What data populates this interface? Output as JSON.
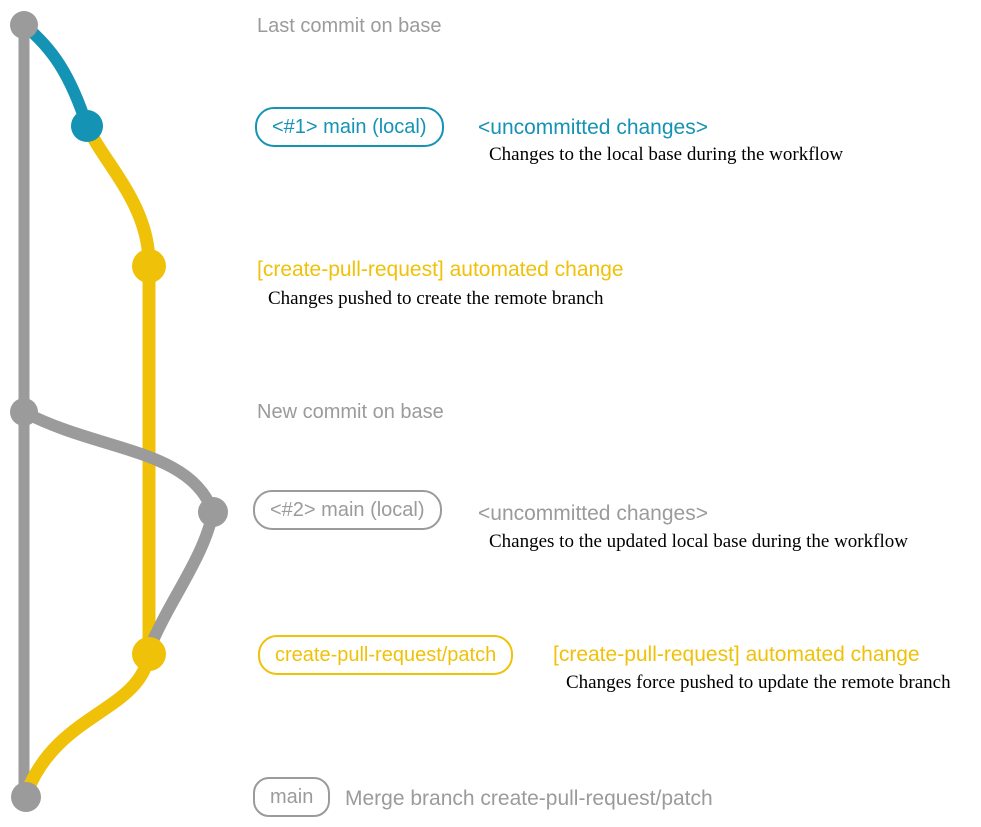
{
  "colors": {
    "base_gray": "#9b9b9b",
    "branch_blue": "#1593b5",
    "branch_yellow": "#f0c109",
    "desc_black": "#000000"
  },
  "rows": {
    "last_commit": {
      "text": "Last commit on base"
    },
    "main_local_1": {
      "badge": "<#1> main (local)",
      "title": "<uncommitted changes>",
      "desc": "Changes to the local base during the workflow"
    },
    "automated_change_1": {
      "title": "[create-pull-request] automated change",
      "desc": "Changes pushed to create the remote branch"
    },
    "new_commit": {
      "text": "New commit on base"
    },
    "main_local_2": {
      "badge": "<#2> main (local)",
      "title": "<uncommitted changes>",
      "desc": "Changes to the updated local base during the workflow"
    },
    "patch_branch": {
      "badge": "create-pull-request/patch",
      "title": "[create-pull-request] automated change",
      "desc": "Changes force pushed to update the remote branch"
    },
    "merge": {
      "badge": "main",
      "text": "Merge branch create-pull-request/patch"
    }
  },
  "graph": {
    "branches": [
      {
        "name": "base",
        "color": "#9b9b9b"
      },
      {
        "name": "main (local)",
        "color": "#1593b5"
      },
      {
        "name": "create-pull-request/patch",
        "color": "#f0c109"
      }
    ],
    "commits": [
      {
        "branch": "base",
        "label": "Last commit on base"
      },
      {
        "branch": "main (local)",
        "label": "<#1> main (local) <uncommitted changes>"
      },
      {
        "branch": "create-pull-request/patch",
        "label": "[create-pull-request] automated change"
      },
      {
        "branch": "base",
        "label": "New commit on base"
      },
      {
        "branch": "main (local)",
        "label": "<#2> main (local) <uncommitted changes>"
      },
      {
        "branch": "create-pull-request/patch",
        "label": "[create-pull-request] automated change (force pushed)"
      },
      {
        "branch": "base",
        "label": "Merge branch create-pull-request/patch"
      }
    ]
  }
}
